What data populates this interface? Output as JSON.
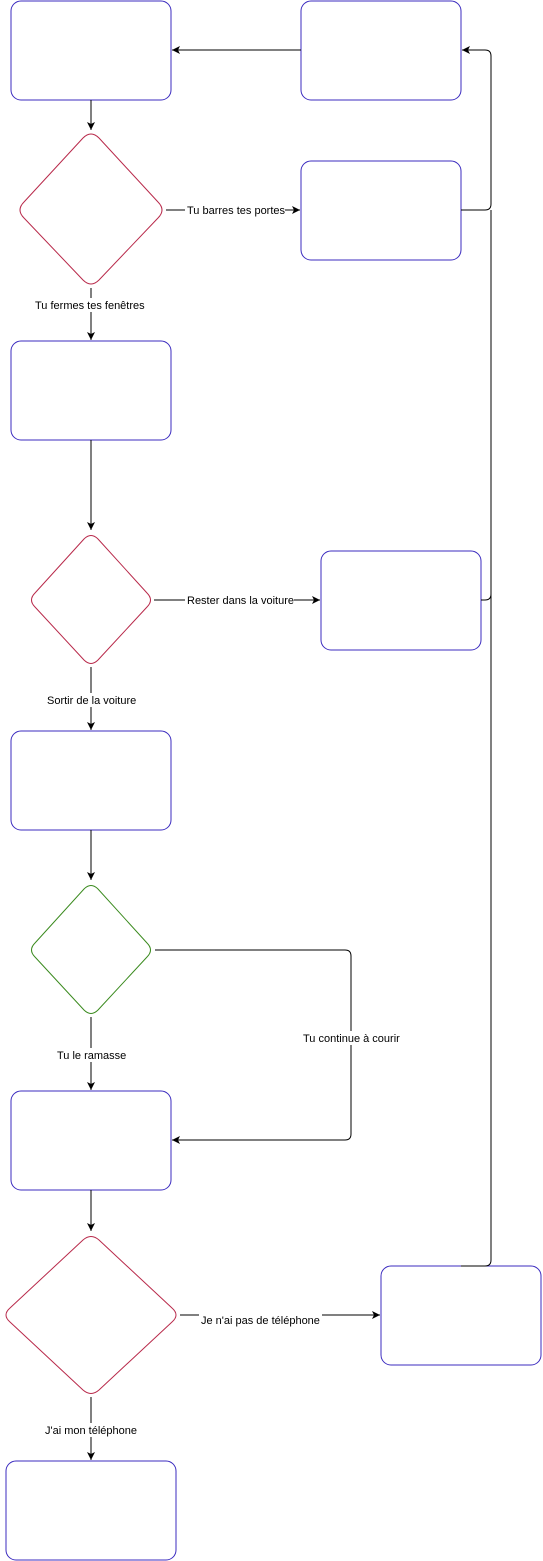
{
  "colors": {
    "process_stroke": "#3b2bbf",
    "decision_stroke": "#b8294a",
    "decision_ok_stroke": "#3a8a1e",
    "edge": "#000000",
    "background": "#ffffff"
  },
  "nodes": {
    "box_a": {
      "label": ""
    },
    "box_b": {
      "label": ""
    },
    "box_c": {
      "label": ""
    },
    "box_d": {
      "label": ""
    },
    "box_e": {
      "label": ""
    },
    "box_f": {
      "label": ""
    },
    "box_g": {
      "label": ""
    },
    "box_h": {
      "label": ""
    },
    "box_i": {
      "label": ""
    },
    "decision_1": {
      "label": ""
    },
    "decision_2": {
      "label": ""
    },
    "decision_3": {
      "label": ""
    },
    "decision_4": {
      "label": ""
    }
  },
  "edges": {
    "tu_barres_tes_portes": "Tu barres tes portes",
    "tu_fermes_tes_fenetres": "Tu fermes tes fenêtres",
    "rester_dans_la_voiture": "Rester dans la voiture",
    "sortir_de_la_voiture": "Sortir de la voiture",
    "tu_continue_a_courir": "Tu continue à courir",
    "tu_le_ramasse": "Tu le ramasse",
    "je_nai_pas_de_telephone": "Je n'ai pas de téléphone",
    "jai_mon_telephone": "J'ai mon téléphone"
  }
}
